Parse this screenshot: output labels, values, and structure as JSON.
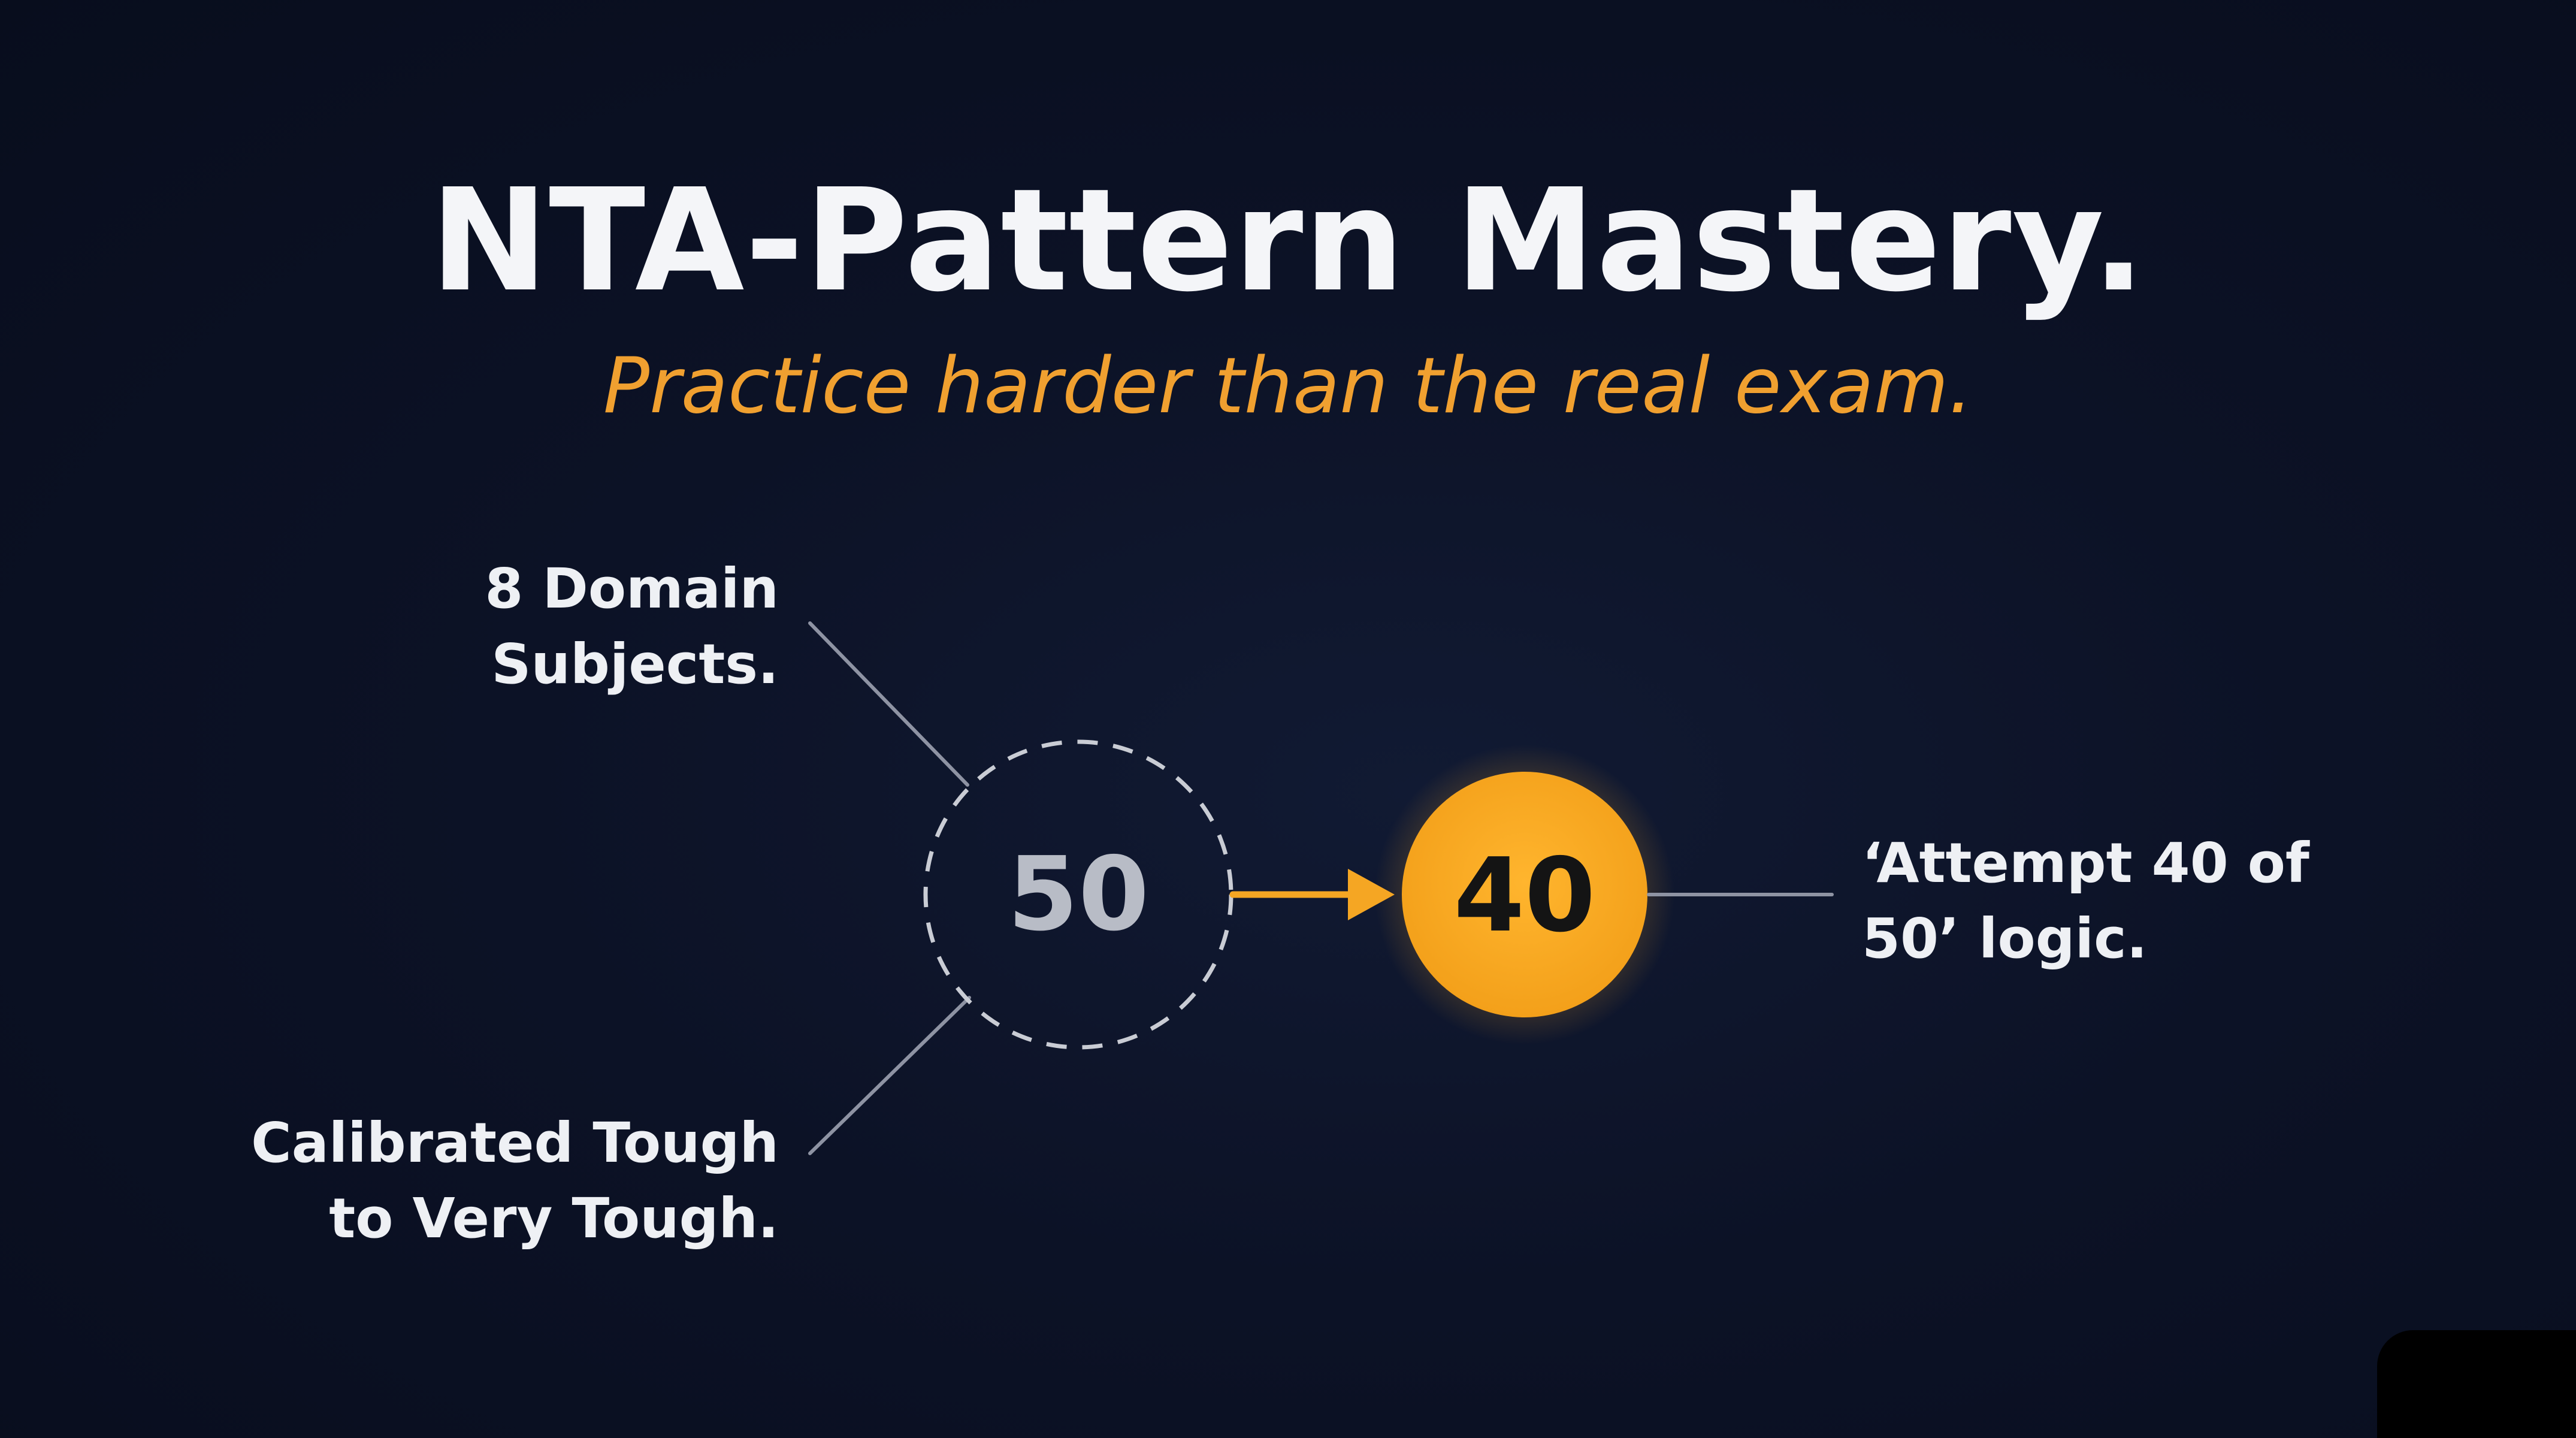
{
  "slide": {
    "title": "NTA-Pattern Mastery.",
    "subtitle": "Practice harder than the real exam."
  },
  "diagram": {
    "source_circle": {
      "value": "50",
      "style": "dashed-outline"
    },
    "target_circle": {
      "value": "40",
      "style": "filled-glow"
    },
    "labels": {
      "domains_line1": "8 Domain",
      "domains_line2": "Subjects.",
      "tough_line1": "Calibrated Tough",
      "tough_line2": "to Very Tough.",
      "attempt_line1": "‘Attempt 40 of",
      "attempt_line2": "50’ logic."
    }
  },
  "colors": {
    "background": "#0b1023",
    "accent": "#f5a623",
    "subtitle": "#f0a030",
    "text": "#eef0f4",
    "muted_number": "#b8bcc6",
    "connector": "#8e93a3"
  }
}
